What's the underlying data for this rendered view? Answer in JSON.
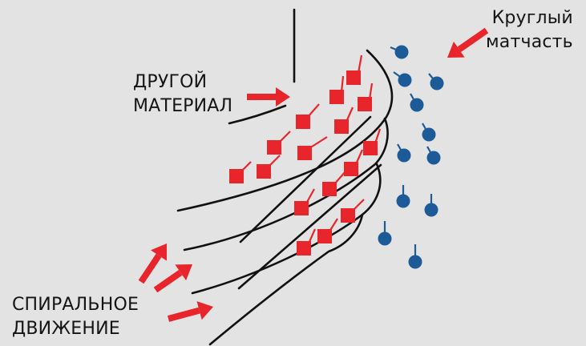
{
  "labels": {
    "other_material": [
      "ДРУГОЙ",
      "МАТЕРИАЛ"
    ],
    "spiral_motion": [
      "СПИРАЛЬНОЕ",
      "ДВИЖЕНИЕ"
    ],
    "round_mast": [
      "Круглый",
      "матчасть"
    ]
  },
  "colors": {
    "background": "#e3e3e3",
    "square_marker": "#e8252b",
    "arrow": "#e8252b",
    "round_marker": "#1c5b98",
    "line": "#111111"
  },
  "icons": {
    "square_marker": "red-square-pin-icon",
    "round_marker": "blue-round-pin-icon",
    "arrow": "red-arrow-icon"
  }
}
